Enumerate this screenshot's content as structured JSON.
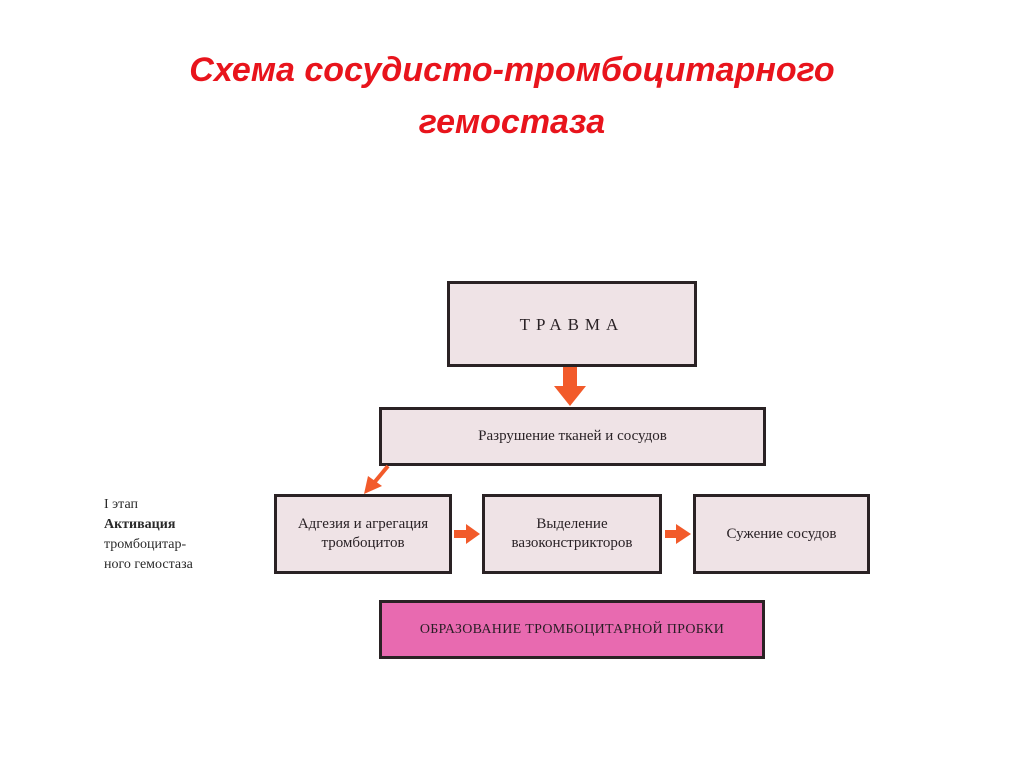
{
  "title": {
    "line1": "Схема сосудисто-тромбоцитарного",
    "line2": "гемостаза"
  },
  "boxes": {
    "trauma": "ТРАВМА",
    "destruction": "Разрушение тканей и сосудов",
    "adhesion": {
      "line1": "Адгезия и агрегация",
      "line2": "тромбоцитов"
    },
    "vasoconstrictors": {
      "line1": "Выделение",
      "line2": "вазоконстрикторов"
    },
    "narrowing": "Сужение сосудов",
    "plug": "ОБРАЗОВАНИЕ ТРОМБОЦИТАРНОЙ ПРОБКИ"
  },
  "stage": {
    "line1": "I этап",
    "line2": "Активация",
    "line3": "тромбоцитар-",
    "line4": "ного гемостаза"
  },
  "colors": {
    "title": "#e8141c",
    "box_fill": "#efe3e6",
    "plug_fill": "#e86ab0",
    "arrow": "#f25a2a"
  }
}
